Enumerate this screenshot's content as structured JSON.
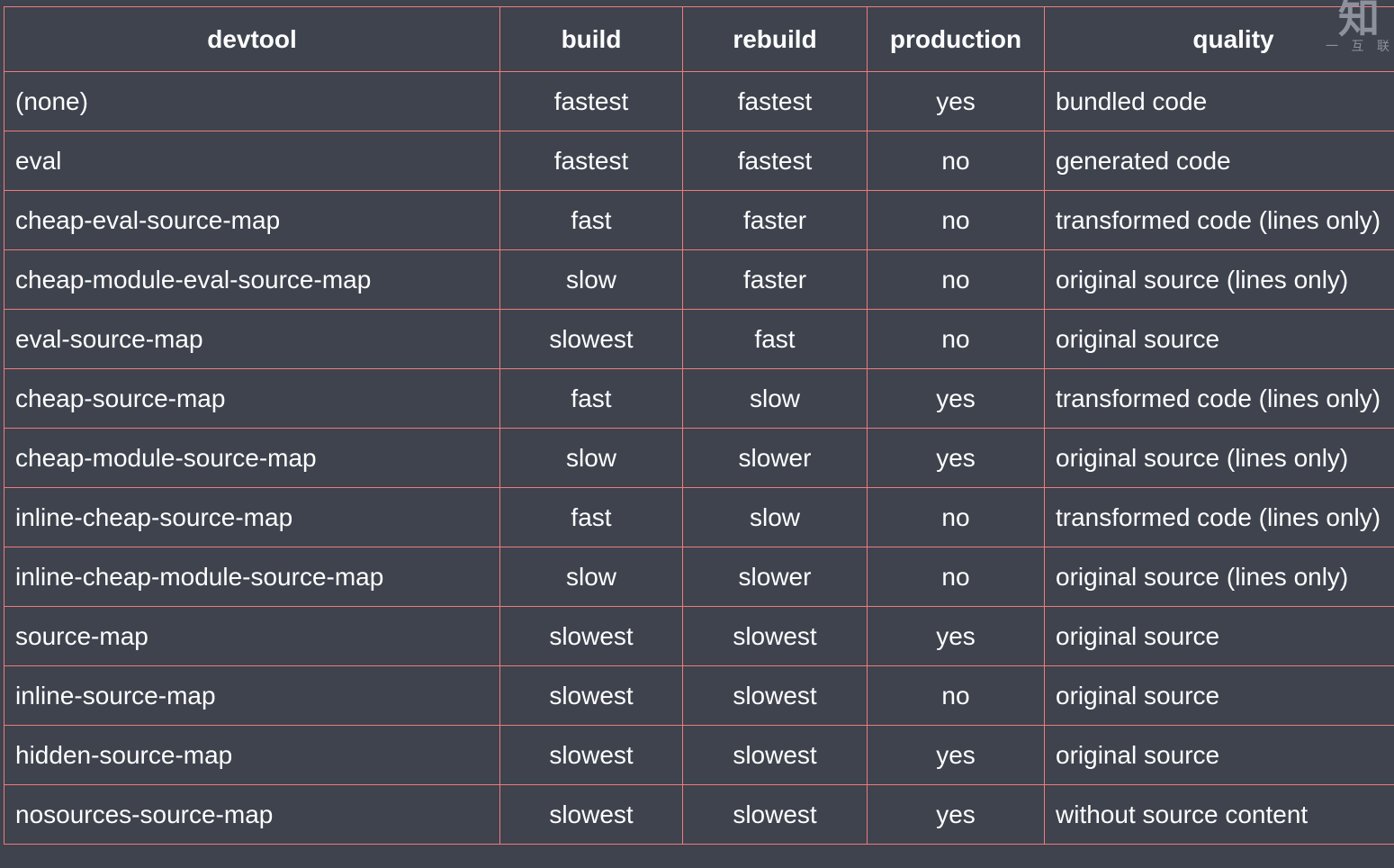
{
  "watermark": {
    "logo_text": "知",
    "sub_text": "一 互 联"
  },
  "colors": {
    "background": "#3e434e",
    "border": "#ef7b7b",
    "text": "#fefefe"
  },
  "table": {
    "columns": [
      {
        "key": "devtool",
        "label": "devtool",
        "align": "left"
      },
      {
        "key": "build",
        "label": "build",
        "align": "center"
      },
      {
        "key": "rebuild",
        "label": "rebuild",
        "align": "center"
      },
      {
        "key": "production",
        "label": "production",
        "align": "center"
      },
      {
        "key": "quality",
        "label": "quality",
        "align": "left"
      }
    ],
    "rows": [
      {
        "devtool": "(none)",
        "build": "fastest",
        "rebuild": "fastest",
        "production": "yes",
        "quality": "bundled code"
      },
      {
        "devtool": "eval",
        "build": "fastest",
        "rebuild": "fastest",
        "production": "no",
        "quality": "generated code"
      },
      {
        "devtool": "cheap-eval-source-map",
        "build": "fast",
        "rebuild": "faster",
        "production": "no",
        "quality": "transformed code (lines only)"
      },
      {
        "devtool": "cheap-module-eval-source-map",
        "build": "slow",
        "rebuild": "faster",
        "production": "no",
        "quality": "original source (lines only)"
      },
      {
        "devtool": "eval-source-map",
        "build": "slowest",
        "rebuild": "fast",
        "production": "no",
        "quality": "original source"
      },
      {
        "devtool": "cheap-source-map",
        "build": "fast",
        "rebuild": "slow",
        "production": "yes",
        "quality": "transformed code (lines only)"
      },
      {
        "devtool": "cheap-module-source-map",
        "build": "slow",
        "rebuild": "slower",
        "production": "yes",
        "quality": "original source (lines only)"
      },
      {
        "devtool": "inline-cheap-source-map",
        "build": "fast",
        "rebuild": "slow",
        "production": "no",
        "quality": "transformed code (lines only)"
      },
      {
        "devtool": "inline-cheap-module-source-map",
        "build": "slow",
        "rebuild": "slower",
        "production": "no",
        "quality": "original source (lines only)"
      },
      {
        "devtool": "source-map",
        "build": "slowest",
        "rebuild": "slowest",
        "production": "yes",
        "quality": "original source"
      },
      {
        "devtool": "inline-source-map",
        "build": "slowest",
        "rebuild": "slowest",
        "production": "no",
        "quality": "original source"
      },
      {
        "devtool": "hidden-source-map",
        "build": "slowest",
        "rebuild": "slowest",
        "production": "yes",
        "quality": "original source"
      },
      {
        "devtool": "nosources-source-map",
        "build": "slowest",
        "rebuild": "slowest",
        "production": "yes",
        "quality": "without source content"
      }
    ]
  }
}
